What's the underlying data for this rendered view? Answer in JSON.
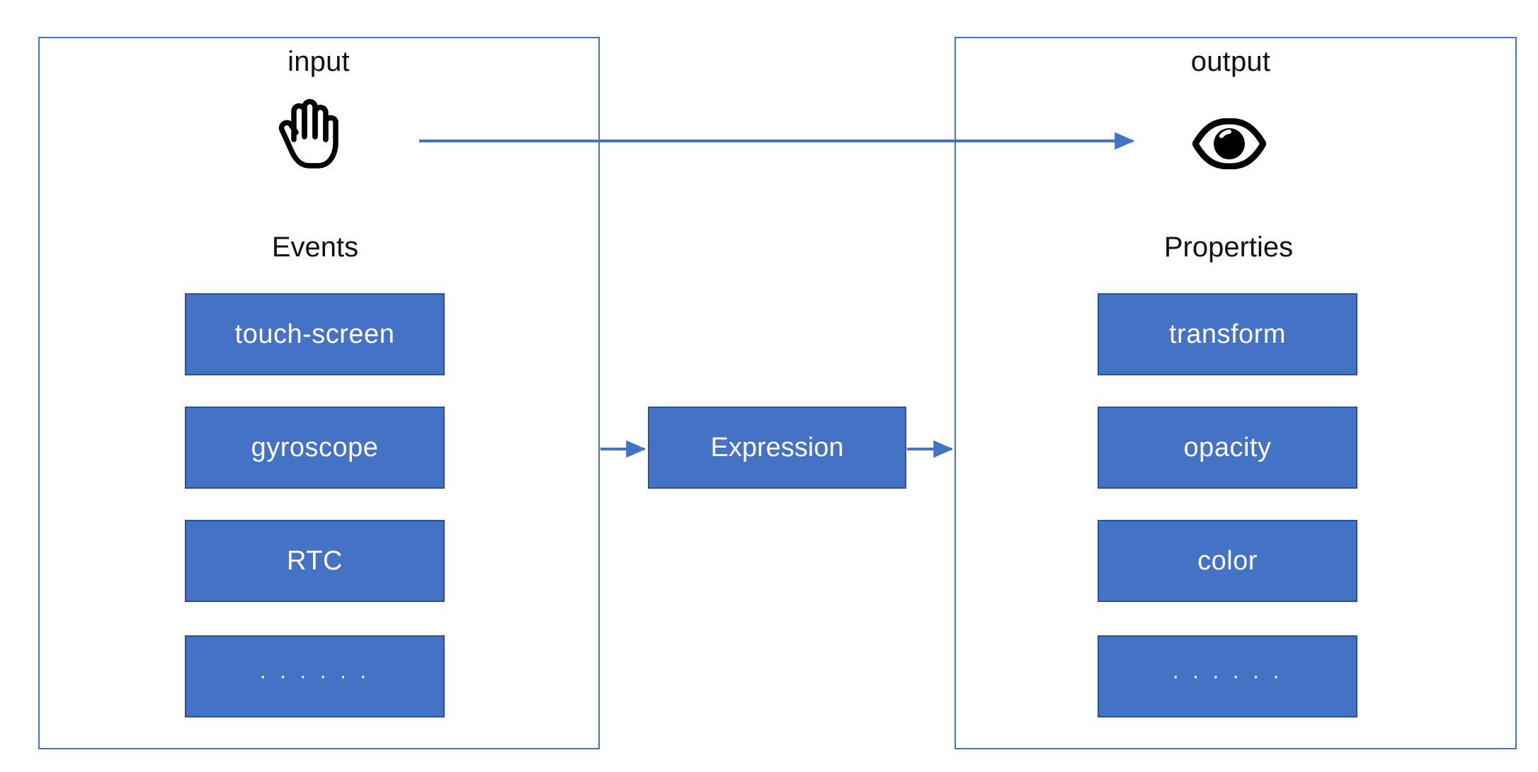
{
  "diagram": {
    "title_left": "input",
    "title_right": "output",
    "heading_left": "Events",
    "heading_right": "Properties",
    "center_node": "Expression",
    "icons": {
      "left": "raised-hand-icon",
      "right": "eye-icon"
    },
    "colors": {
      "box_fill": "#4472C4",
      "box_border": "#2F528F",
      "panel_border": "#4472C4",
      "connector": "#4472C4",
      "box_text": "#FFFFFF",
      "label_text": "#111111",
      "background": "#FFFFFF",
      "icon": "#000000"
    },
    "events": [
      {
        "label": "touch-screen"
      },
      {
        "label": "gyroscope"
      },
      {
        "label": "RTC"
      },
      {
        "label": "· · · · · ·"
      }
    ],
    "properties": [
      {
        "label": "transform"
      },
      {
        "label": "opacity"
      },
      {
        "label": "color"
      },
      {
        "label": "· · · · · ·"
      }
    ],
    "connectors": [
      {
        "name": "input-to-output",
        "from": "input-panel",
        "to": "output-panel",
        "arrowhead": true
      },
      {
        "name": "events-to-expression",
        "from": "input-panel",
        "to": "expression",
        "arrowhead": true
      },
      {
        "name": "expression-to-properties",
        "from": "expression",
        "to": "output-panel",
        "arrowhead": true
      }
    ]
  }
}
